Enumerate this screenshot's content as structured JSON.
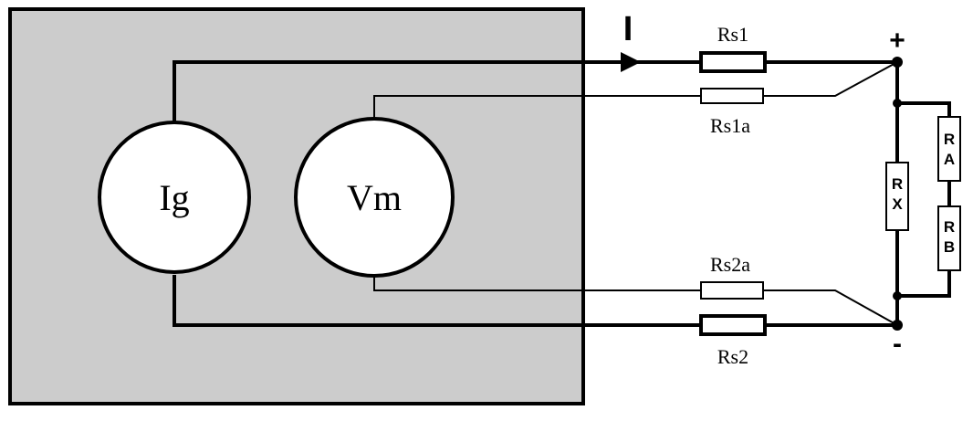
{
  "diagram": {
    "instrument": {
      "current_source": "Ig",
      "voltmeter": "Vm"
    },
    "current_label": "I",
    "resistors": {
      "rs1": "Rs1",
      "rs1a": "Rs1a",
      "rs2a": "Rs2a",
      "rs2": "Rs2",
      "rx": "RX",
      "ra": "RA",
      "rb": "RB"
    },
    "terminals": {
      "plus": "+",
      "minus": "-"
    },
    "colors": {
      "instrument_fill": "#cccccc",
      "line": "#000000",
      "component_fill": "#ffffff"
    }
  }
}
